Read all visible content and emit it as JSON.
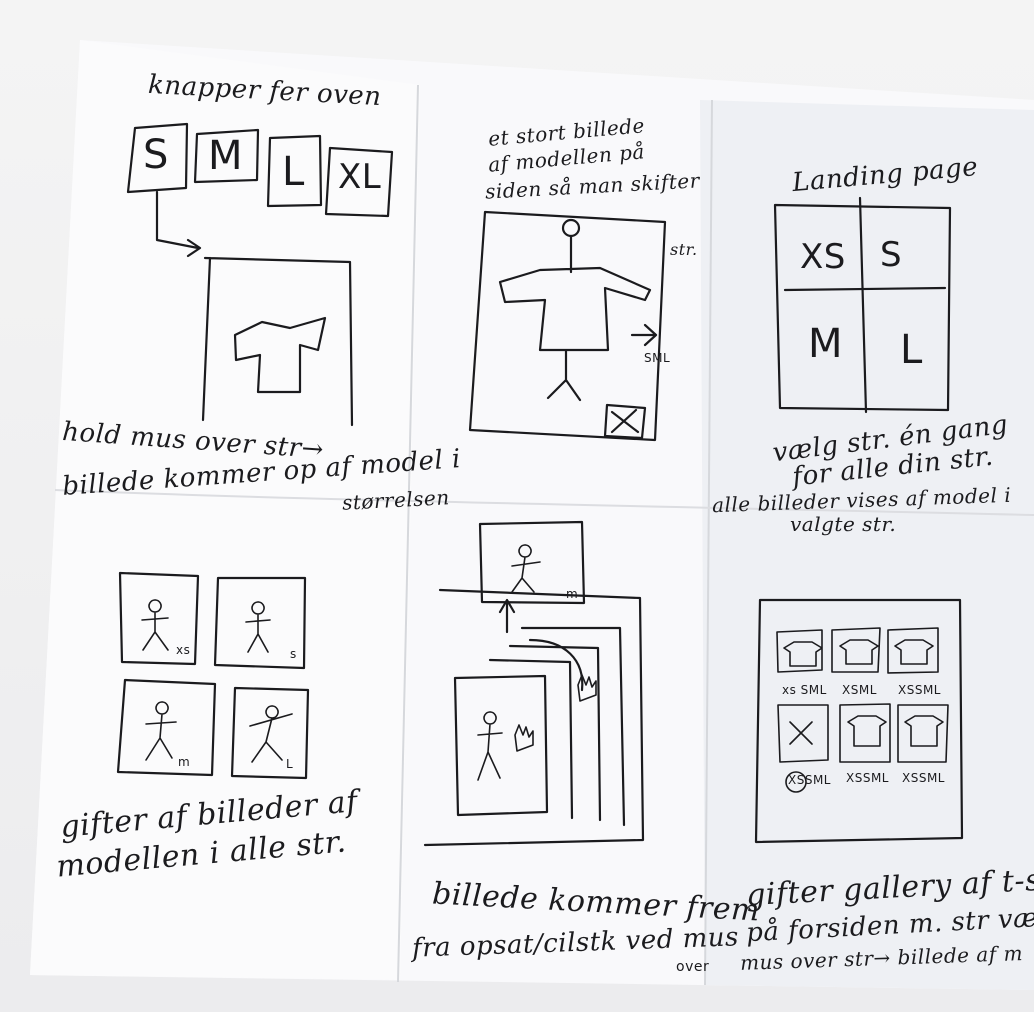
{
  "panels": {
    "p1": {
      "heading": "knapper fer oven",
      "buttons": [
        "S",
        "M",
        "L",
        "XL"
      ],
      "caption_line1": "hold mus over str→",
      "caption_line2": "billede kommer op af model i",
      "caption_line3": "størrelsen"
    },
    "p2": {
      "heading_line1": "et stort billede",
      "heading_line2": "af modellen på",
      "heading_line3": "siden så man skifter",
      "heading_line4": "str.",
      "side_label": "SML"
    },
    "p3": {
      "heading": "Landing page",
      "grid": [
        "XS",
        "S",
        "M",
        "L"
      ],
      "caption_line1": "vælg str. én gang",
      "caption_line2": "for alle din str.",
      "caption_line3": "alle billeder vises af model i",
      "caption_line4": "valgte str."
    },
    "p4": {
      "tiles": [
        "xs",
        "s",
        "m",
        "L"
      ],
      "caption_line1": "gifter af billeder af",
      "caption_line2": "modellen i alle str."
    },
    "p5": {
      "top_label": "m",
      "caption_line1": "billede kommer frem",
      "caption_line2": "fra opsat/cilstk ved mus",
      "caption_line3": "over"
    },
    "p6": {
      "size_labels": [
        "xs SML",
        "XSML",
        "XSSML",
        "XSSML",
        "XSSML",
        "XSSML"
      ],
      "caption_line1": "gifter gallery af t-shirt",
      "caption_line2": "på forsiden m. str vælg",
      "caption_line3": "mus over str→ billede af m"
    }
  }
}
